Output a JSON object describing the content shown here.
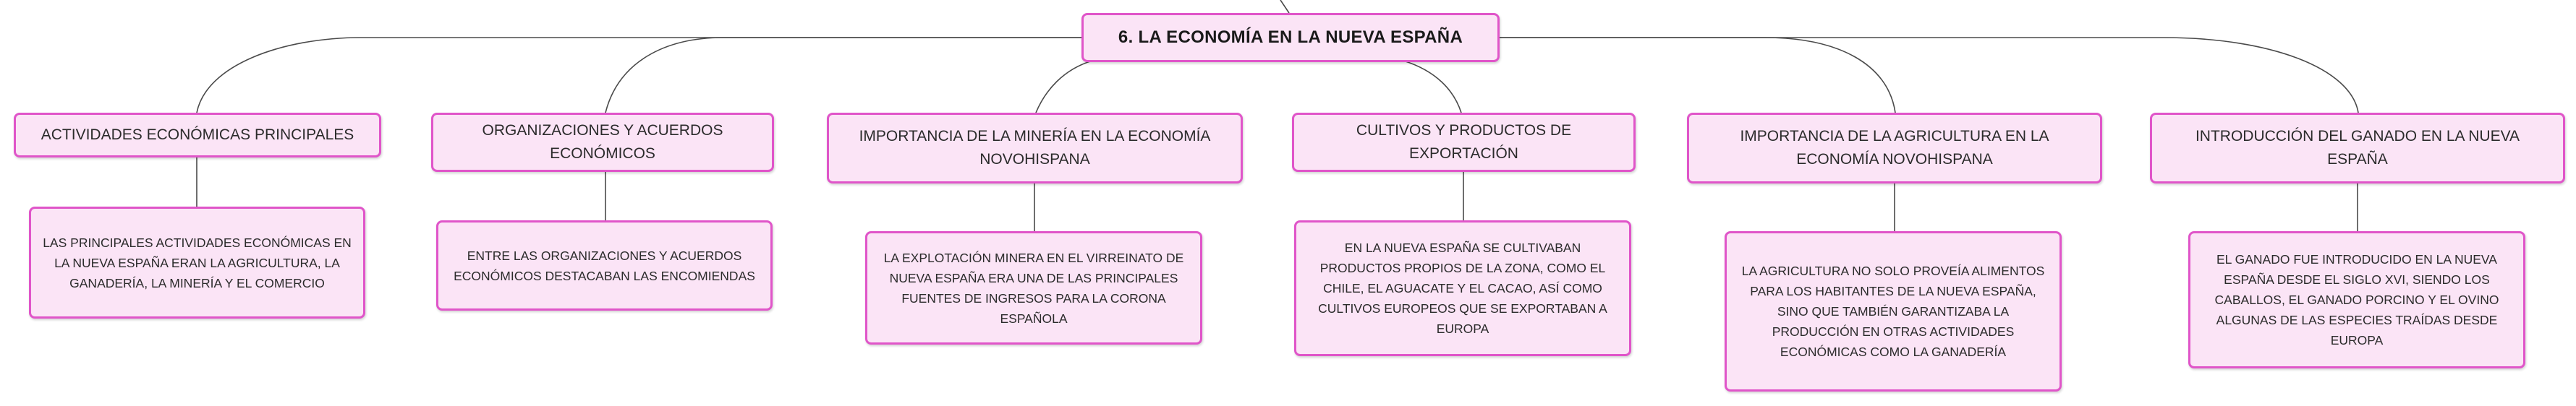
{
  "root": {
    "label": "6. LA ECONOMÍA EN LA NUEVA ESPAÑA"
  },
  "branches": [
    {
      "topic": "ACTIVIDADES ECONÓMICAS PRINCIPALES",
      "detail": "LAS PRINCIPALES ACTIVIDADES ECONÓMICAS EN LA NUEVA ESPAÑA ERAN LA AGRICULTURA, LA GANADERÍA, LA MINERÍA Y EL COMERCIO"
    },
    {
      "topic": "ORGANIZACIONES Y ACUERDOS ECONÓMICOS",
      "detail": "ENTRE LAS ORGANIZACIONES Y ACUERDOS ECONÓMICOS DESTACABAN LAS ENCOMIENDAS"
    },
    {
      "topic": "IMPORTANCIA DE LA MINERÍA EN LA ECONOMÍA NOVOHISPANA",
      "detail": "LA EXPLOTACIÓN MINERA EN EL VIRREINATO DE NUEVA ESPAÑA ERA UNA DE LAS PRINCIPALES FUENTES DE INGRESOS PARA LA CORONA ESPAÑOLA"
    },
    {
      "topic": "CULTIVOS Y PRODUCTOS DE EXPORTACIÓN",
      "detail": "EN LA NUEVA ESPAÑA SE CULTIVABAN PRODUCTOS PROPIOS DE LA ZONA, COMO EL CHILE, EL AGUACATE Y EL CACAO, ASÍ COMO CULTIVOS EUROPEOS QUE SE EXPORTABAN A EUROPA"
    },
    {
      "topic": "IMPORTANCIA DE LA AGRICULTURA EN LA ECONOMÍA NOVOHISPANA",
      "detail": "LA AGRICULTURA NO SOLO PROVEÍA ALIMENTOS PARA LOS HABITANTES DE LA NUEVA ESPAÑA, SINO QUE TAMBIÉN GARANTIZABA LA PRODUCCIÓN EN OTRAS ACTIVIDADES ECONÓMICAS COMO LA GANADERÍA"
    },
    {
      "topic": "INTRODUCCIÓN DEL GANADO EN LA NUEVA ESPAÑA",
      "detail": "EL GANADO FUE INTRODUCIDO EN LA NUEVA ESPAÑA DESDE EL SIGLO XVI, SIENDO LOS CABALLOS, EL GANADO PORCINO Y EL OVINO ALGUNAS DE LAS ESPECIES TRAÍDAS DESDE EUROPA"
    }
  ],
  "colors": {
    "node_fill": "#fbe4f6",
    "node_border": "#e055c9",
    "connector": "#4a4a4a"
  }
}
